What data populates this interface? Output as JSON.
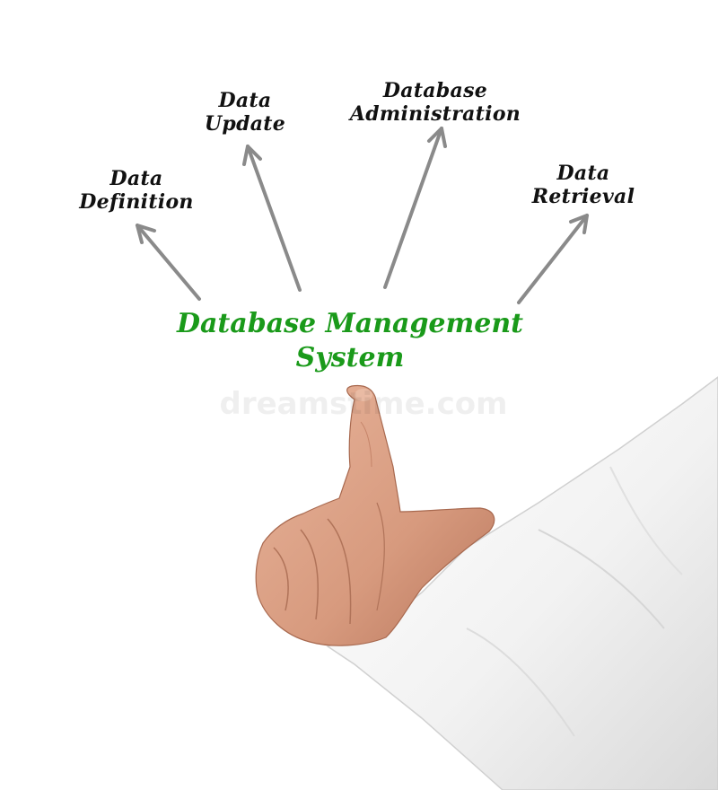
{
  "diagram": {
    "center": {
      "line1": "Database Management",
      "line2": "System",
      "color": "#1a9a1a"
    },
    "branches": [
      {
        "id": "data-definition",
        "line1": "Data",
        "line2": "Definition"
      },
      {
        "id": "data-update",
        "line1": "Data",
        "line2": "Update"
      },
      {
        "id": "database-administration",
        "line1": "Database",
        "line2": "Administration"
      },
      {
        "id": "data-retrieval",
        "line1": "Data",
        "line2": "Retrieval"
      }
    ],
    "arrow_color": "#8a8a8a",
    "label_color": "#111111"
  },
  "watermark": "dreamstime.com",
  "photo": {
    "subject": "hand-pointing-up",
    "skin_color": "#d79a7e",
    "sleeve_color": "#f4f4f4"
  }
}
